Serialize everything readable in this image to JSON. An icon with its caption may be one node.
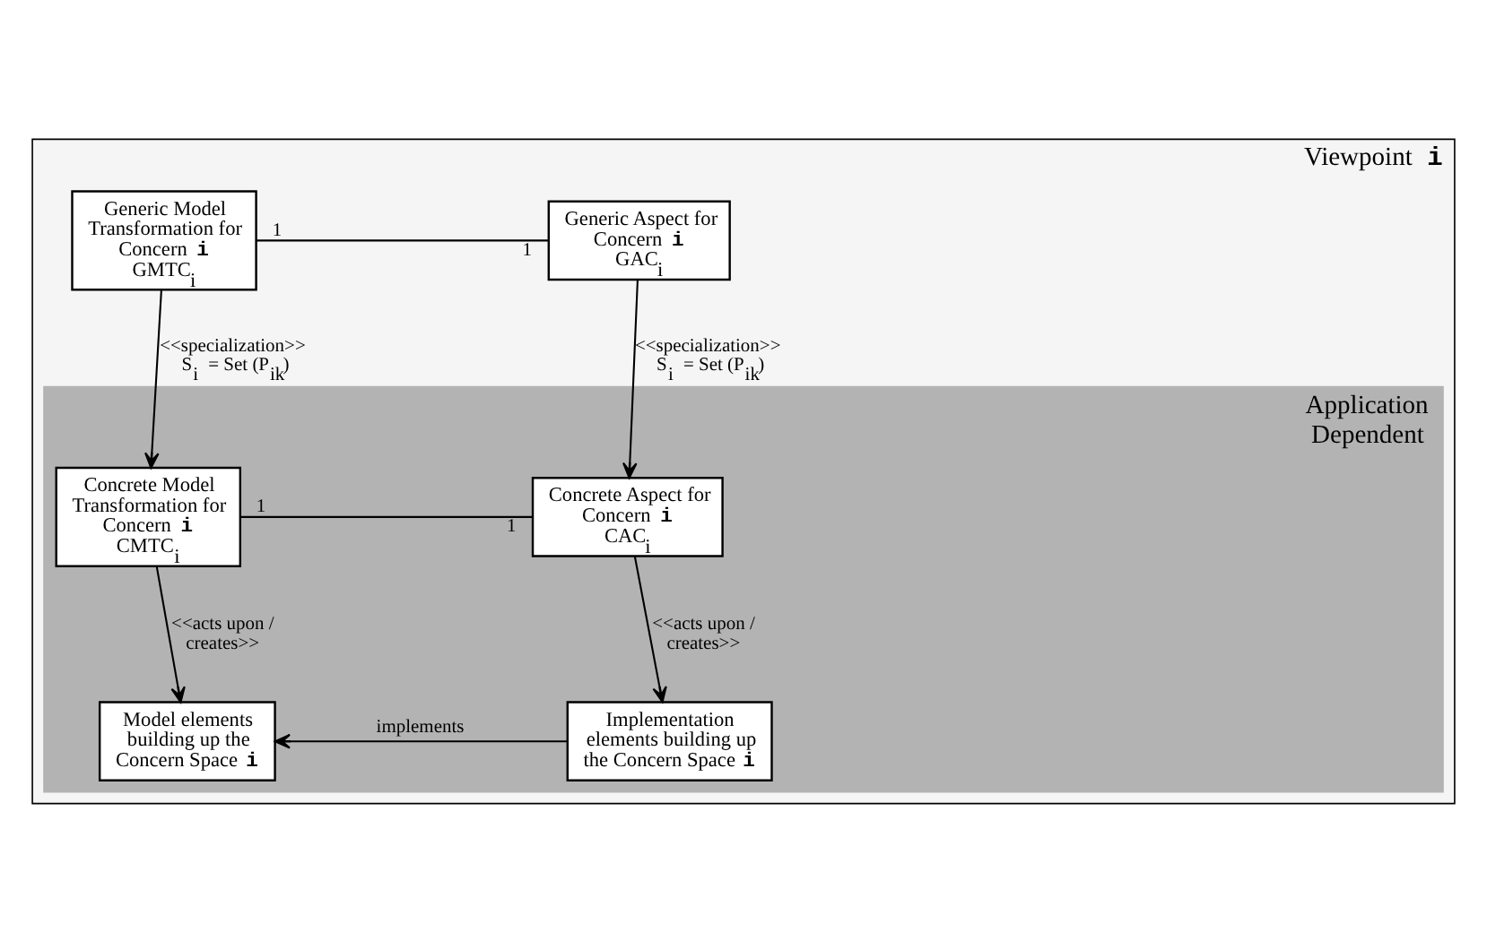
{
  "diagram": {
    "nodes": [
      {
        "text": [
          "Viewpoint **i**"
        ]
      },
      {
        "text": [
          "Application Dependent"
        ],
        "in": 0
      },
      {
        "text": [
          "Generic Model Transformation for Concern **i**",
          "GMTC$_{i}$"
        ],
        "in": 0
      },
      {
        "text": [
          "Generic Aspect for Concern **i**",
          "GAC$_{i}$"
        ],
        "in": 0
      },
      {
        "text": [
          "Concrete Model Transformation for Concern **i**",
          "CMTC$_{i}$"
        ],
        "in": 1
      },
      {
        "text": [
          "Concrete Aspect for Concern **i**",
          "CAC$_{i}$"
        ],
        "in": 1
      },
      {
        "text": [
          "Model elements building up the Concern Space **i**"
        ],
        "in": 1
      },
      {
        "text": [
          "Implementation elements building up the Concern Space **i**"
        ],
        "in": 1
      }
    ],
    "edges": [
      {
        "from": 2,
        "to": 3,
        "arrow": "none"
      },
      {
        "from": 2,
        "to": 4,
        "arrow": "to",
        "label": "<<specialization>> S$_{i}$ = Set (P$_{ik}$)"
      },
      {
        "from": 3,
        "to": 5,
        "arrow": "to",
        "label": "<<specialization>> S$_{i}$ = Set (P$_{ik}$)"
      },
      {
        "from": 4,
        "to": 5,
        "arrow": "none"
      },
      {
        "from": 4,
        "to": 6,
        "arrow": "to",
        "label": "<<acts upon / creates>>"
      },
      {
        "from": 5,
        "to": 7,
        "arrow": "to",
        "label": "<<acts upon / creates>>"
      },
      {
        "from": 7,
        "to": 6,
        "arrow": "to",
        "label": "implements"
      }
    ],
    "labels": [
      "1",
      "1",
      "1",
      "1"
    ]
  }
}
